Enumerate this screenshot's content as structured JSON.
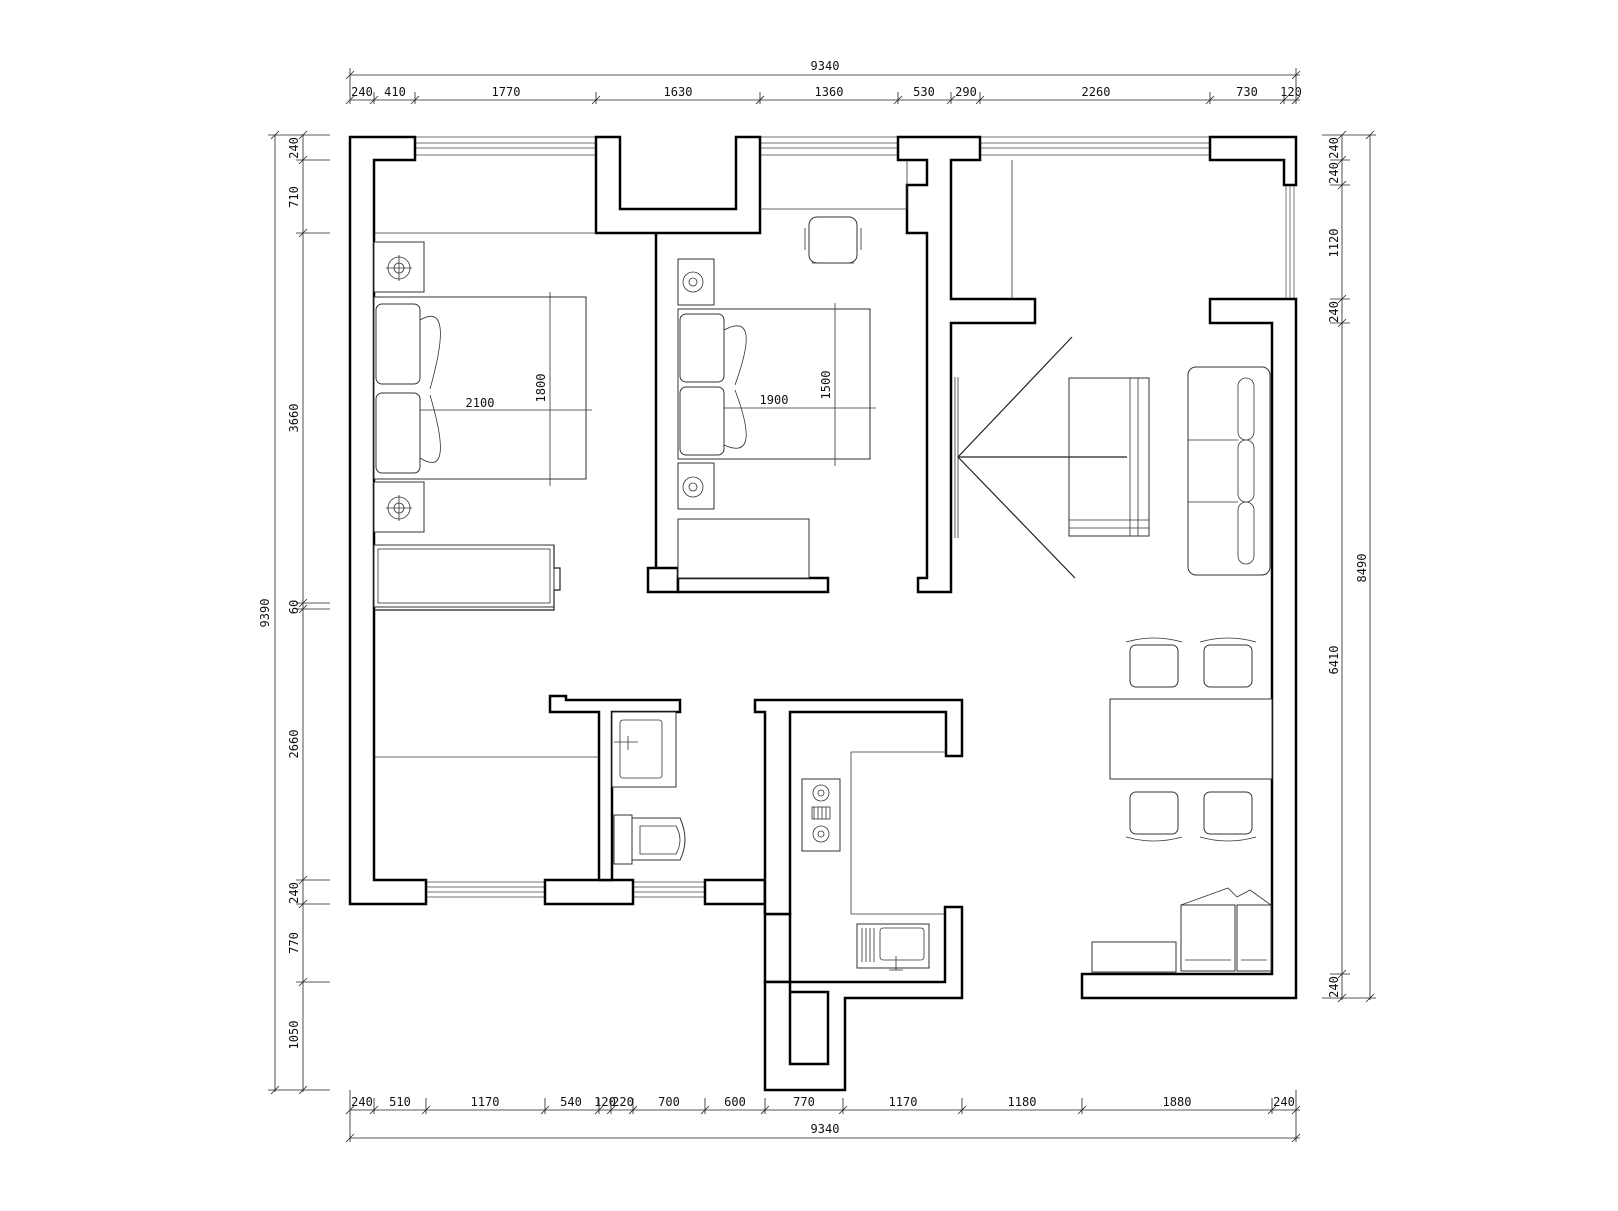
{
  "top_row1": [
    {
      "v": "9340"
    }
  ],
  "top_row2": [
    {
      "v": "240"
    },
    {
      "v": "410"
    },
    {
      "v": "1770"
    },
    {
      "v": "1630"
    },
    {
      "v": "1360"
    },
    {
      "v": "530"
    },
    {
      "v": "290"
    },
    {
      "v": "2260"
    },
    {
      "v": "730"
    },
    {
      "v": "120"
    }
  ],
  "bottom_row1": [
    {
      "v": "240"
    },
    {
      "v": "510"
    },
    {
      "v": "1170"
    },
    {
      "v": "540"
    },
    {
      "v": "120"
    },
    {
      "v": "220"
    },
    {
      "v": "700"
    },
    {
      "v": "600"
    },
    {
      "v": "770"
    },
    {
      "v": "1170"
    },
    {
      "v": "1180"
    },
    {
      "v": "1880"
    },
    {
      "v": "240"
    }
  ],
  "bottom_row2": [
    {
      "v": "9340"
    }
  ],
  "left_row1": [
    {
      "v": "9390"
    }
  ],
  "left_row2": [
    {
      "v": "240"
    },
    {
      "v": "710"
    },
    {
      "v": "3660"
    },
    {
      "v": "60"
    },
    {
      "v": "2660"
    },
    {
      "v": "240"
    },
    {
      "v": "770"
    },
    {
      "v": "1050"
    }
  ],
  "right_row1": [
    {
      "v": "240"
    },
    {
      "v": "240"
    },
    {
      "v": "1120"
    },
    {
      "v": "240"
    },
    {
      "v": "6410"
    },
    {
      "v": "240"
    }
  ],
  "right_row2": [
    {
      "v": "8490"
    }
  ],
  "beds": {
    "master": {
      "length": "2100",
      "width": "1800"
    },
    "second": {
      "length": "1900",
      "width": "1500"
    }
  }
}
